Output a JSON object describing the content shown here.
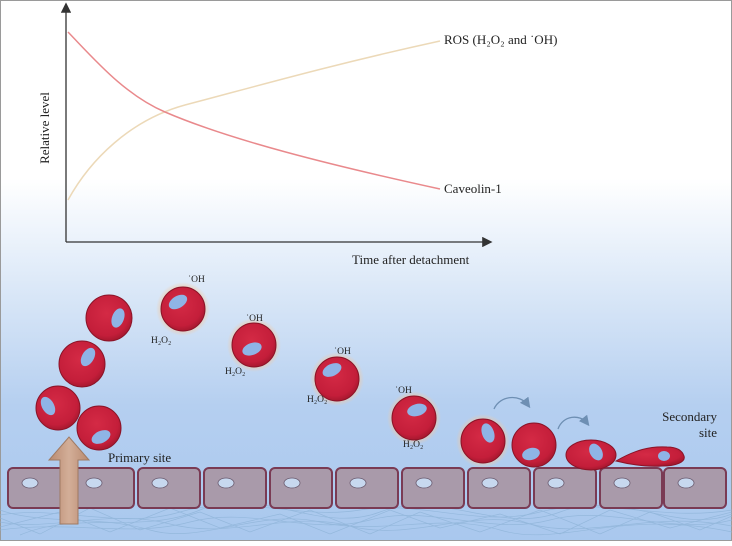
{
  "graph": {
    "y_axis_label": "Relative level",
    "x_axis_label": "Time after detachment",
    "ros_label": "ROS (H₂O₂ and ˙OH)",
    "caveolin_label": "Caveolin-1",
    "ros_color": "#ecd9b8",
    "caveolin_color": "#e9898c"
  },
  "labels": {
    "primary_site": "Primary site",
    "secondary_site_line1": "Secondary",
    "secondary_site_line2": "site"
  },
  "ros_species": {
    "hydroxyl": "˙OH",
    "h2o2": "H₂O₂"
  },
  "colors": {
    "cell_red": "#c41e3a",
    "nucleus_blue": "#8fb4e6",
    "endothelium": "#a99aaa",
    "endothelium_border": "#7a3b54",
    "arrow": "#c59e86",
    "background_blue": "#a9c8ee"
  }
}
